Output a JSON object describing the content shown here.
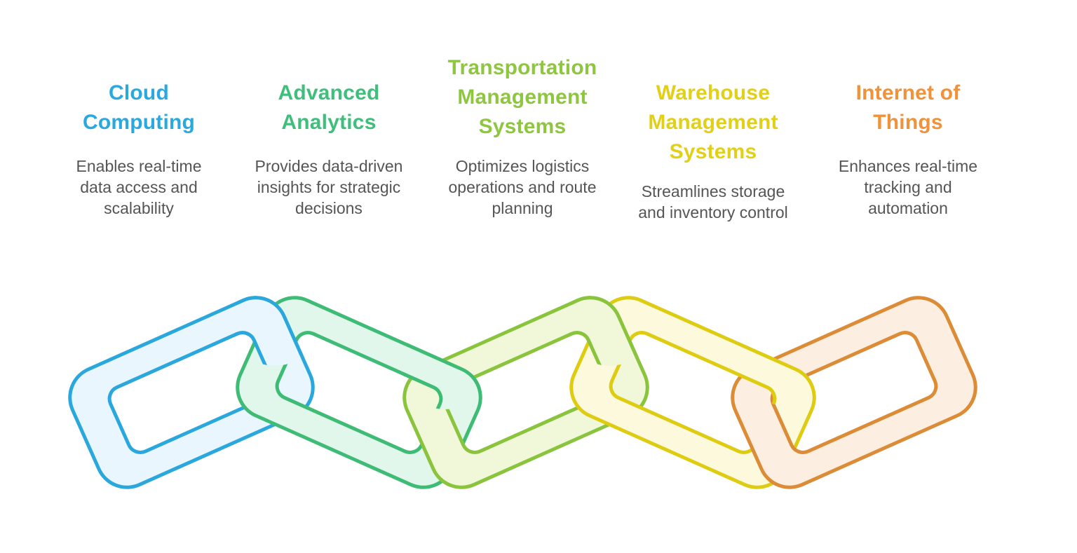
{
  "page": {
    "background_color": "#FFFFFF",
    "text_color": "#545557"
  },
  "columns": [
    {
      "id": "cloud-computing",
      "title_lines": [
        "Cloud",
        "Computing"
      ],
      "desc_lines": [
        "Enables real-time",
        "data access and",
        "scalability"
      ],
      "color": "#29A9E0"
    },
    {
      "id": "advanced-analytics",
      "title_lines": [
        "Advanced",
        "Analytics"
      ],
      "desc_lines": [
        "Provides data-driven",
        "insights for strategic",
        "decisions"
      ],
      "color": "#3FBE7C"
    },
    {
      "id": "transportation-management-systems",
      "title_lines": [
        "Transportation",
        "Management",
        "Systems"
      ],
      "desc_lines": [
        "Optimizes logistics",
        "operations and route",
        "planning"
      ],
      "color": "#8EC63F"
    },
    {
      "id": "warehouse-management-systems",
      "title_lines": [
        "Warehouse",
        "Management",
        "Systems"
      ],
      "desc_lines": [
        "Streamlines storage",
        "and inventory control"
      ],
      "color": "#E2D018"
    },
    {
      "id": "internet-of-things",
      "title_lines": [
        "Internet of",
        "Things"
      ],
      "desc_lines": [
        "Enhances real-time",
        "tracking and",
        "automation"
      ],
      "color": "#F0923B"
    }
  ],
  "chain": {
    "description": "Five interlocking chain links",
    "links": [
      {
        "id": "cloud-computing",
        "stroke": "#2AA7DD",
        "fill": "#E9F6FD"
      },
      {
        "id": "advanced-analytics",
        "stroke": "#3EBC76",
        "fill": "#E2F7EC"
      },
      {
        "id": "transportation-management-systems",
        "stroke": "#8AC43D",
        "fill": "#F1F8DA"
      },
      {
        "id": "warehouse-management-systems",
        "stroke": "#DECC12",
        "fill": "#FCF9DC"
      },
      {
        "id": "internet-of-things",
        "stroke": "#DC8B36",
        "fill": "#FCEFE1"
      }
    ]
  }
}
